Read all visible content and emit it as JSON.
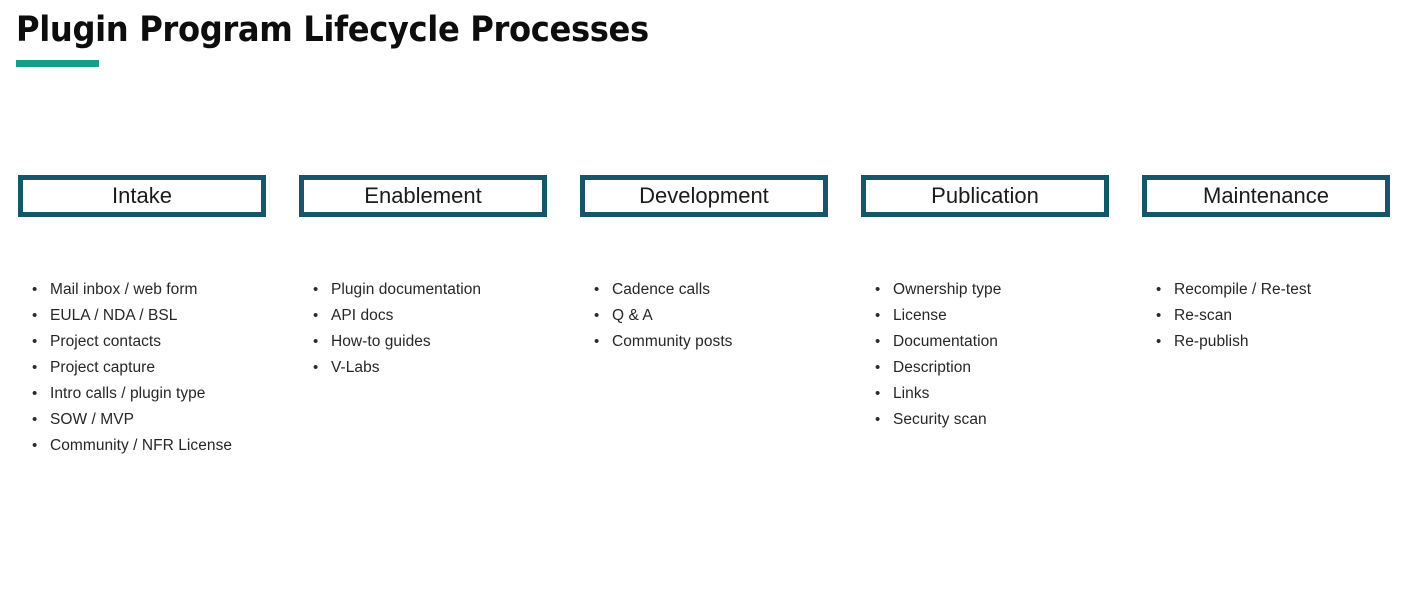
{
  "slide": {
    "title": "Plugin Program Lifecycle Processes",
    "accent_color": "#12a188",
    "box_border_color": "#16566a",
    "background_color": "#ffffff",
    "bullet_glyph": "•"
  },
  "phases": [
    {
      "label": "Intake",
      "items": [
        "Mail inbox / web form",
        "EULA / NDA / BSL",
        "Project contacts",
        "Project capture",
        "Intro calls / plugin type",
        "SOW / MVP",
        "Community / NFR License"
      ]
    },
    {
      "label": "Enablement",
      "items": [
        "Plugin documentation",
        "API docs",
        "How-to guides",
        "V-Labs"
      ]
    },
    {
      "label": "Development",
      "items": [
        "Cadence calls",
        "Q & A",
        "Community posts"
      ]
    },
    {
      "label": "Publication",
      "items": [
        "Ownership type",
        "License",
        "Documentation",
        "Description",
        "Links",
        "Security scan"
      ]
    },
    {
      "label": "Maintenance",
      "items": [
        "Recompile / Re-test",
        "Re-scan",
        "Re-publish"
      ]
    }
  ]
}
